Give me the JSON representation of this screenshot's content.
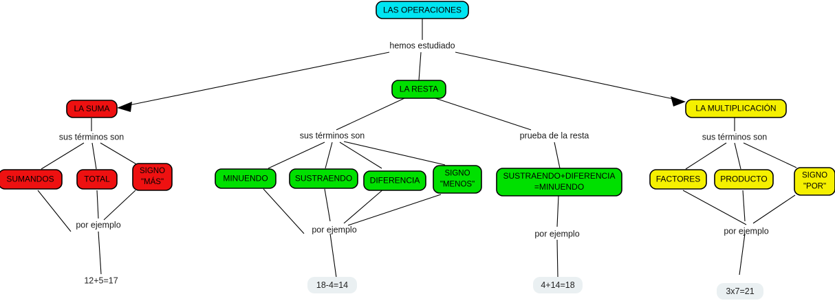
{
  "diagram": {
    "title": "LAS OPERACIONES",
    "type": "concept-map",
    "root": {
      "id": "las-operaciones",
      "label": "LAS OPERACIONES",
      "color": "#00e5f2"
    },
    "root_link_label": "hemos estudiado",
    "branches": [
      {
        "id": "la-suma",
        "label": "LA SUMA",
        "color": "#ee1111",
        "text_color": "#000000",
        "terms_link_label": "sus términos son",
        "terms": [
          {
            "id": "sumandos",
            "label": "SUMANDOS"
          },
          {
            "id": "total",
            "label": "TOTAL"
          },
          {
            "id": "signo-mas",
            "label": "SIGNO",
            "label2": "\"MÁS\""
          }
        ],
        "example_link_label": "por ejemplo",
        "example": "12+5=17",
        "example_highlighted": false
      },
      {
        "id": "la-resta",
        "label": "LA RESTA",
        "color": "#00e000",
        "text_color": "#000000",
        "terms_link_label": "sus términos son",
        "terms": [
          {
            "id": "minuendo",
            "label": "MINUENDO"
          },
          {
            "id": "sustraendo",
            "label": "SUSTRAENDO"
          },
          {
            "id": "diferencia",
            "label": "DIFERENCIA"
          },
          {
            "id": "signo-menos",
            "label": "SIGNO",
            "label2": "\"MENOS\""
          }
        ],
        "example_link_label": "por ejemplo",
        "example": "18-4=14",
        "example_highlighted": true,
        "proof_link_label": "prueba de la resta",
        "proof": {
          "id": "prueba-resta",
          "label": "SUSTRAENDO+DIFERENCIA",
          "label2": "=MINUENDO"
        },
        "proof_example_link_label": "por ejemplo",
        "proof_example": "4+14=18",
        "proof_example_highlighted": true
      },
      {
        "id": "la-multiplicacion",
        "label": "LA MULTIPLICACIÓN",
        "color": "#f5f000",
        "text_color": "#000000",
        "terms_link_label": "sus términos son",
        "terms": [
          {
            "id": "factores",
            "label": "FACTORES"
          },
          {
            "id": "producto",
            "label": "PRODUCTO"
          },
          {
            "id": "signo-por",
            "label": "SIGNO",
            "label2": "\"POR\""
          }
        ],
        "example_link_label": "por ejemplo",
        "example": "3x7=21",
        "example_highlighted": true
      }
    ],
    "colors": {
      "cyan": "#00e5f2",
      "red": "#ee1111",
      "green": "#00e000",
      "yellow": "#f5f000",
      "stroke": "#000000",
      "highlight": "#eaf0f2",
      "background": "#ffffff"
    }
  }
}
